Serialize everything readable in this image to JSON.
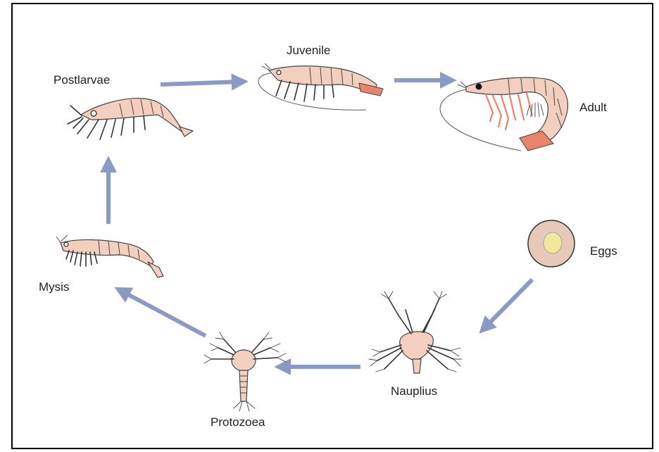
{
  "stages": {
    "postlarvae": "Postlarvae",
    "juvenile": "Juvenile",
    "adult": "Adult",
    "eggs": "Eggs",
    "nauplius": "Nauplius",
    "protozoea": "Protozoea",
    "mysis": "Mysis"
  },
  "colors": {
    "arrow": "#8B9AC4",
    "body": "#F3CFC0",
    "outline": "#444444",
    "tail": "#E9846A",
    "egg_outer": "#E7C9BA",
    "egg_yolk": "#F3E79A"
  }
}
